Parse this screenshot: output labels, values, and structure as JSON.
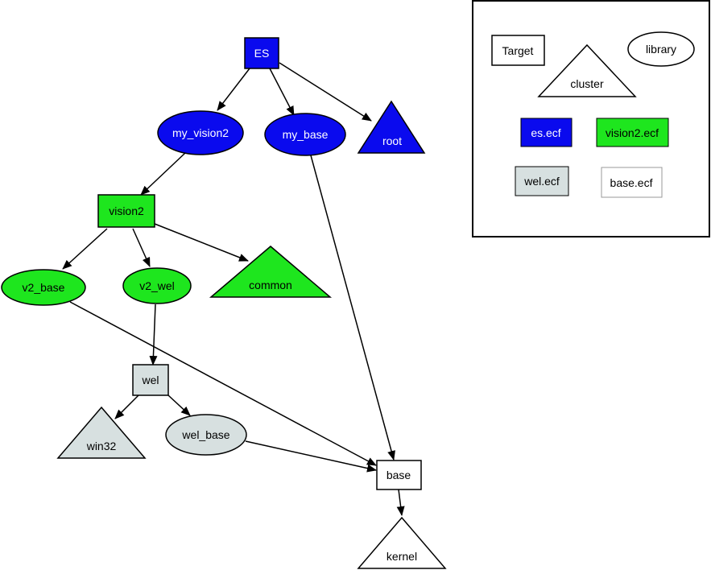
{
  "colors": {
    "blue": "#0a0aee",
    "green": "#1ee61e",
    "gray": "#d7e0e0",
    "white": "#ffffff",
    "stroke": "#000000"
  },
  "nodes": {
    "es": {
      "label": "ES",
      "shape": "rectangle",
      "fill": "blue",
      "text_color": "#ffffff"
    },
    "my_vision2": {
      "label": "my_vision2",
      "shape": "ellipse",
      "fill": "blue",
      "text_color": "#ffffff"
    },
    "my_base": {
      "label": "my_base",
      "shape": "ellipse",
      "fill": "blue",
      "text_color": "#ffffff"
    },
    "root": {
      "label": "root",
      "shape": "triangle",
      "fill": "blue",
      "text_color": "#ffffff"
    },
    "vision2": {
      "label": "vision2",
      "shape": "rectangle",
      "fill": "green",
      "text_color": "#000000"
    },
    "v2_base": {
      "label": "v2_base",
      "shape": "ellipse",
      "fill": "green",
      "text_color": "#000000"
    },
    "v2_wel": {
      "label": "v2_wel",
      "shape": "ellipse",
      "fill": "green",
      "text_color": "#000000"
    },
    "common": {
      "label": "common",
      "shape": "triangle",
      "fill": "green",
      "text_color": "#000000"
    },
    "wel": {
      "label": "wel",
      "shape": "rectangle",
      "fill": "gray",
      "text_color": "#000000"
    },
    "win32": {
      "label": "win32",
      "shape": "triangle",
      "fill": "gray",
      "text_color": "#000000"
    },
    "wel_base": {
      "label": "wel_base",
      "shape": "ellipse",
      "fill": "gray",
      "text_color": "#000000"
    },
    "base": {
      "label": "base",
      "shape": "rectangle",
      "fill": "white",
      "text_color": "#000000"
    },
    "kernel": {
      "label": "kernel",
      "shape": "triangle",
      "fill": "white",
      "text_color": "#000000"
    }
  },
  "edges": [
    {
      "from": "es",
      "to": "my_vision2"
    },
    {
      "from": "es",
      "to": "my_base"
    },
    {
      "from": "es",
      "to": "root"
    },
    {
      "from": "my_vision2",
      "to": "vision2"
    },
    {
      "from": "my_base",
      "to": "base"
    },
    {
      "from": "vision2",
      "to": "v2_base"
    },
    {
      "from": "vision2",
      "to": "v2_wel"
    },
    {
      "from": "vision2",
      "to": "common"
    },
    {
      "from": "v2_base",
      "to": "base"
    },
    {
      "from": "v2_wel",
      "to": "wel"
    },
    {
      "from": "wel",
      "to": "win32"
    },
    {
      "from": "wel",
      "to": "wel_base"
    },
    {
      "from": "wel_base",
      "to": "base"
    },
    {
      "from": "base",
      "to": "kernel"
    }
  ],
  "legend": {
    "target": "Target",
    "cluster": "cluster",
    "library": "library",
    "es_ecf": "es.ecf",
    "vision2_ecf": "vision2.ecf",
    "wel_ecf": "wel.ecf",
    "base_ecf": "base.ecf"
  }
}
